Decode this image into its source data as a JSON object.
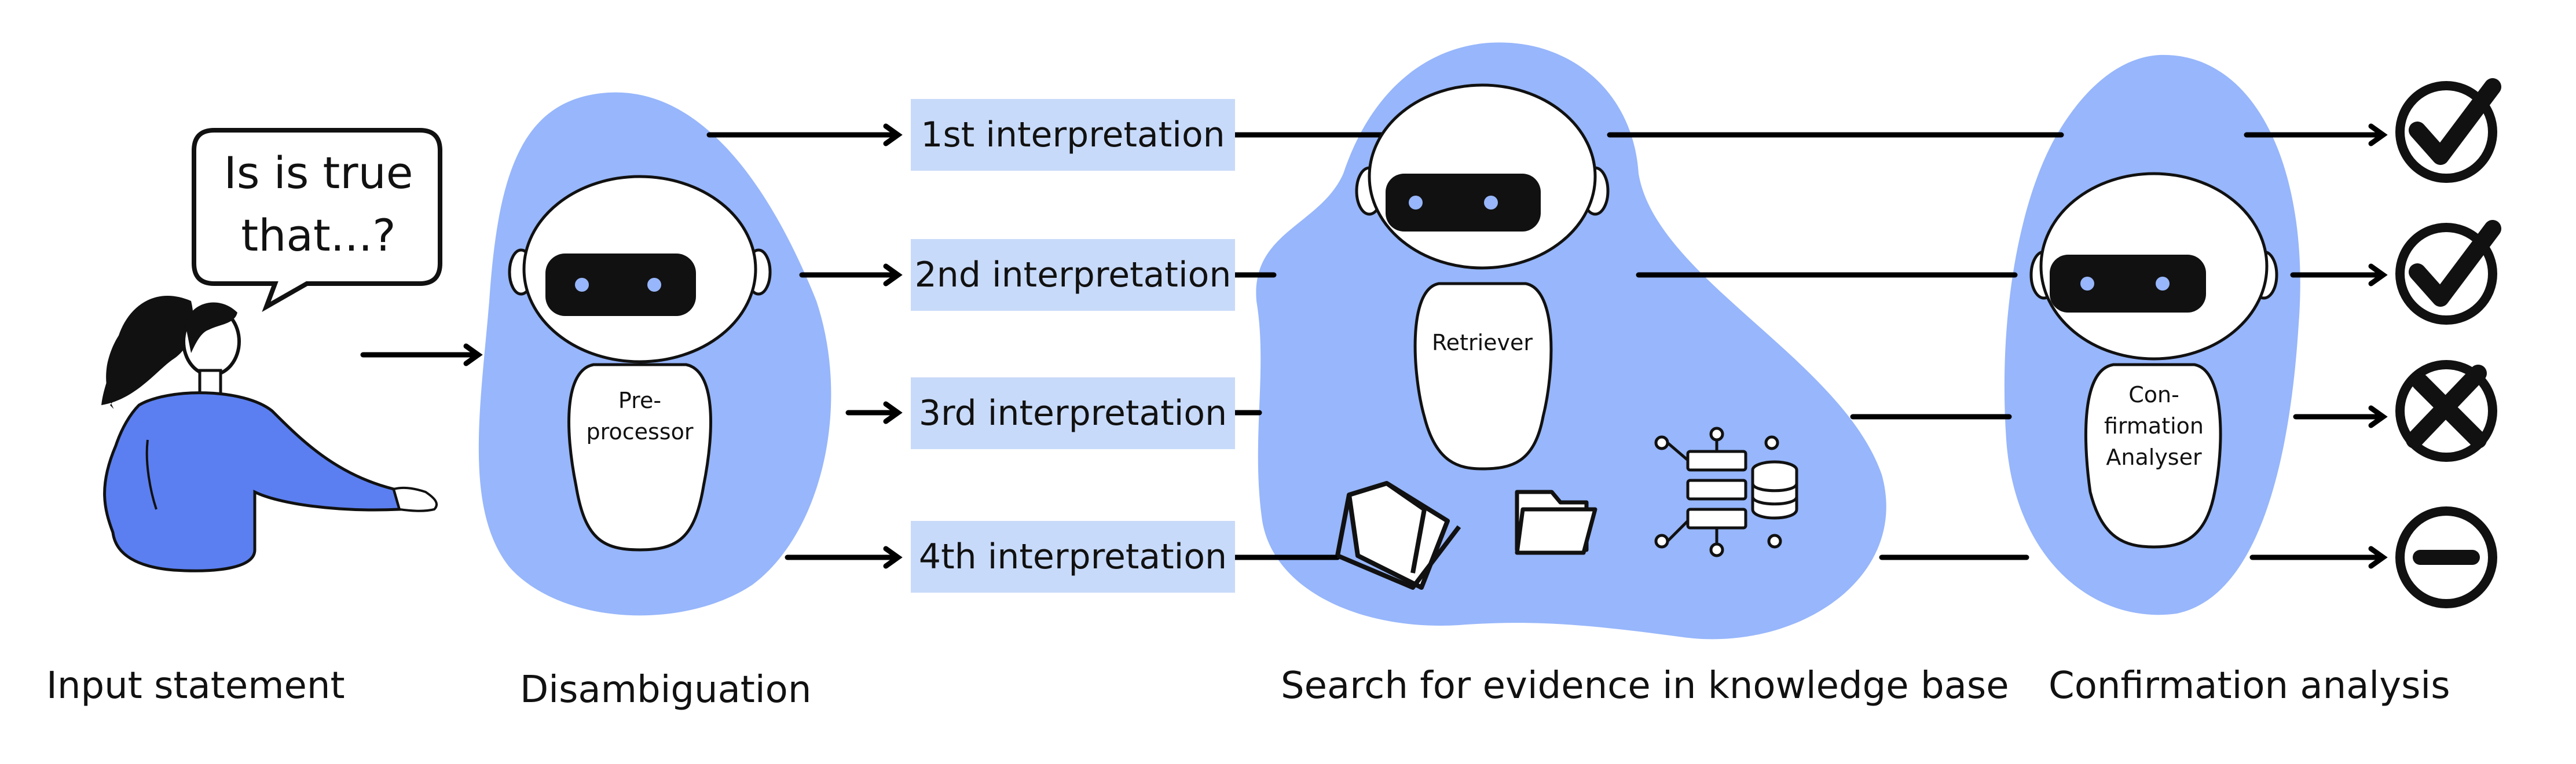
{
  "speech_bubble": {
    "line1": "Is is true",
    "line2": "that...?"
  },
  "interpretations": [
    "1st interpretation",
    "2nd interpretation",
    "3rd interpretation",
    "4th interpretation"
  ],
  "robots": {
    "preprocessor": {
      "line1": "Pre-",
      "line2": "processor"
    },
    "retriever": {
      "line1": "Retriever"
    },
    "analyser": {
      "line1": "Con-",
      "line2": "firmation",
      "line3": "Analyser"
    }
  },
  "stages": {
    "input": "Input statement",
    "disambiguation": "Disambiguation",
    "search": "Search for evidence in knowledge base",
    "confirmation": "Confirmation analysis"
  },
  "results": [
    {
      "icon": "check-circle-icon"
    },
    {
      "icon": "check-circle-icon"
    },
    {
      "icon": "cross-circle-icon"
    },
    {
      "icon": "minus-circle-icon"
    }
  ],
  "colors": {
    "blob": "#97b6fb",
    "interpretation_box": "#c8daf9",
    "person_shirt": "#5b7ff0",
    "robot_eye": "#97b6fb"
  }
}
